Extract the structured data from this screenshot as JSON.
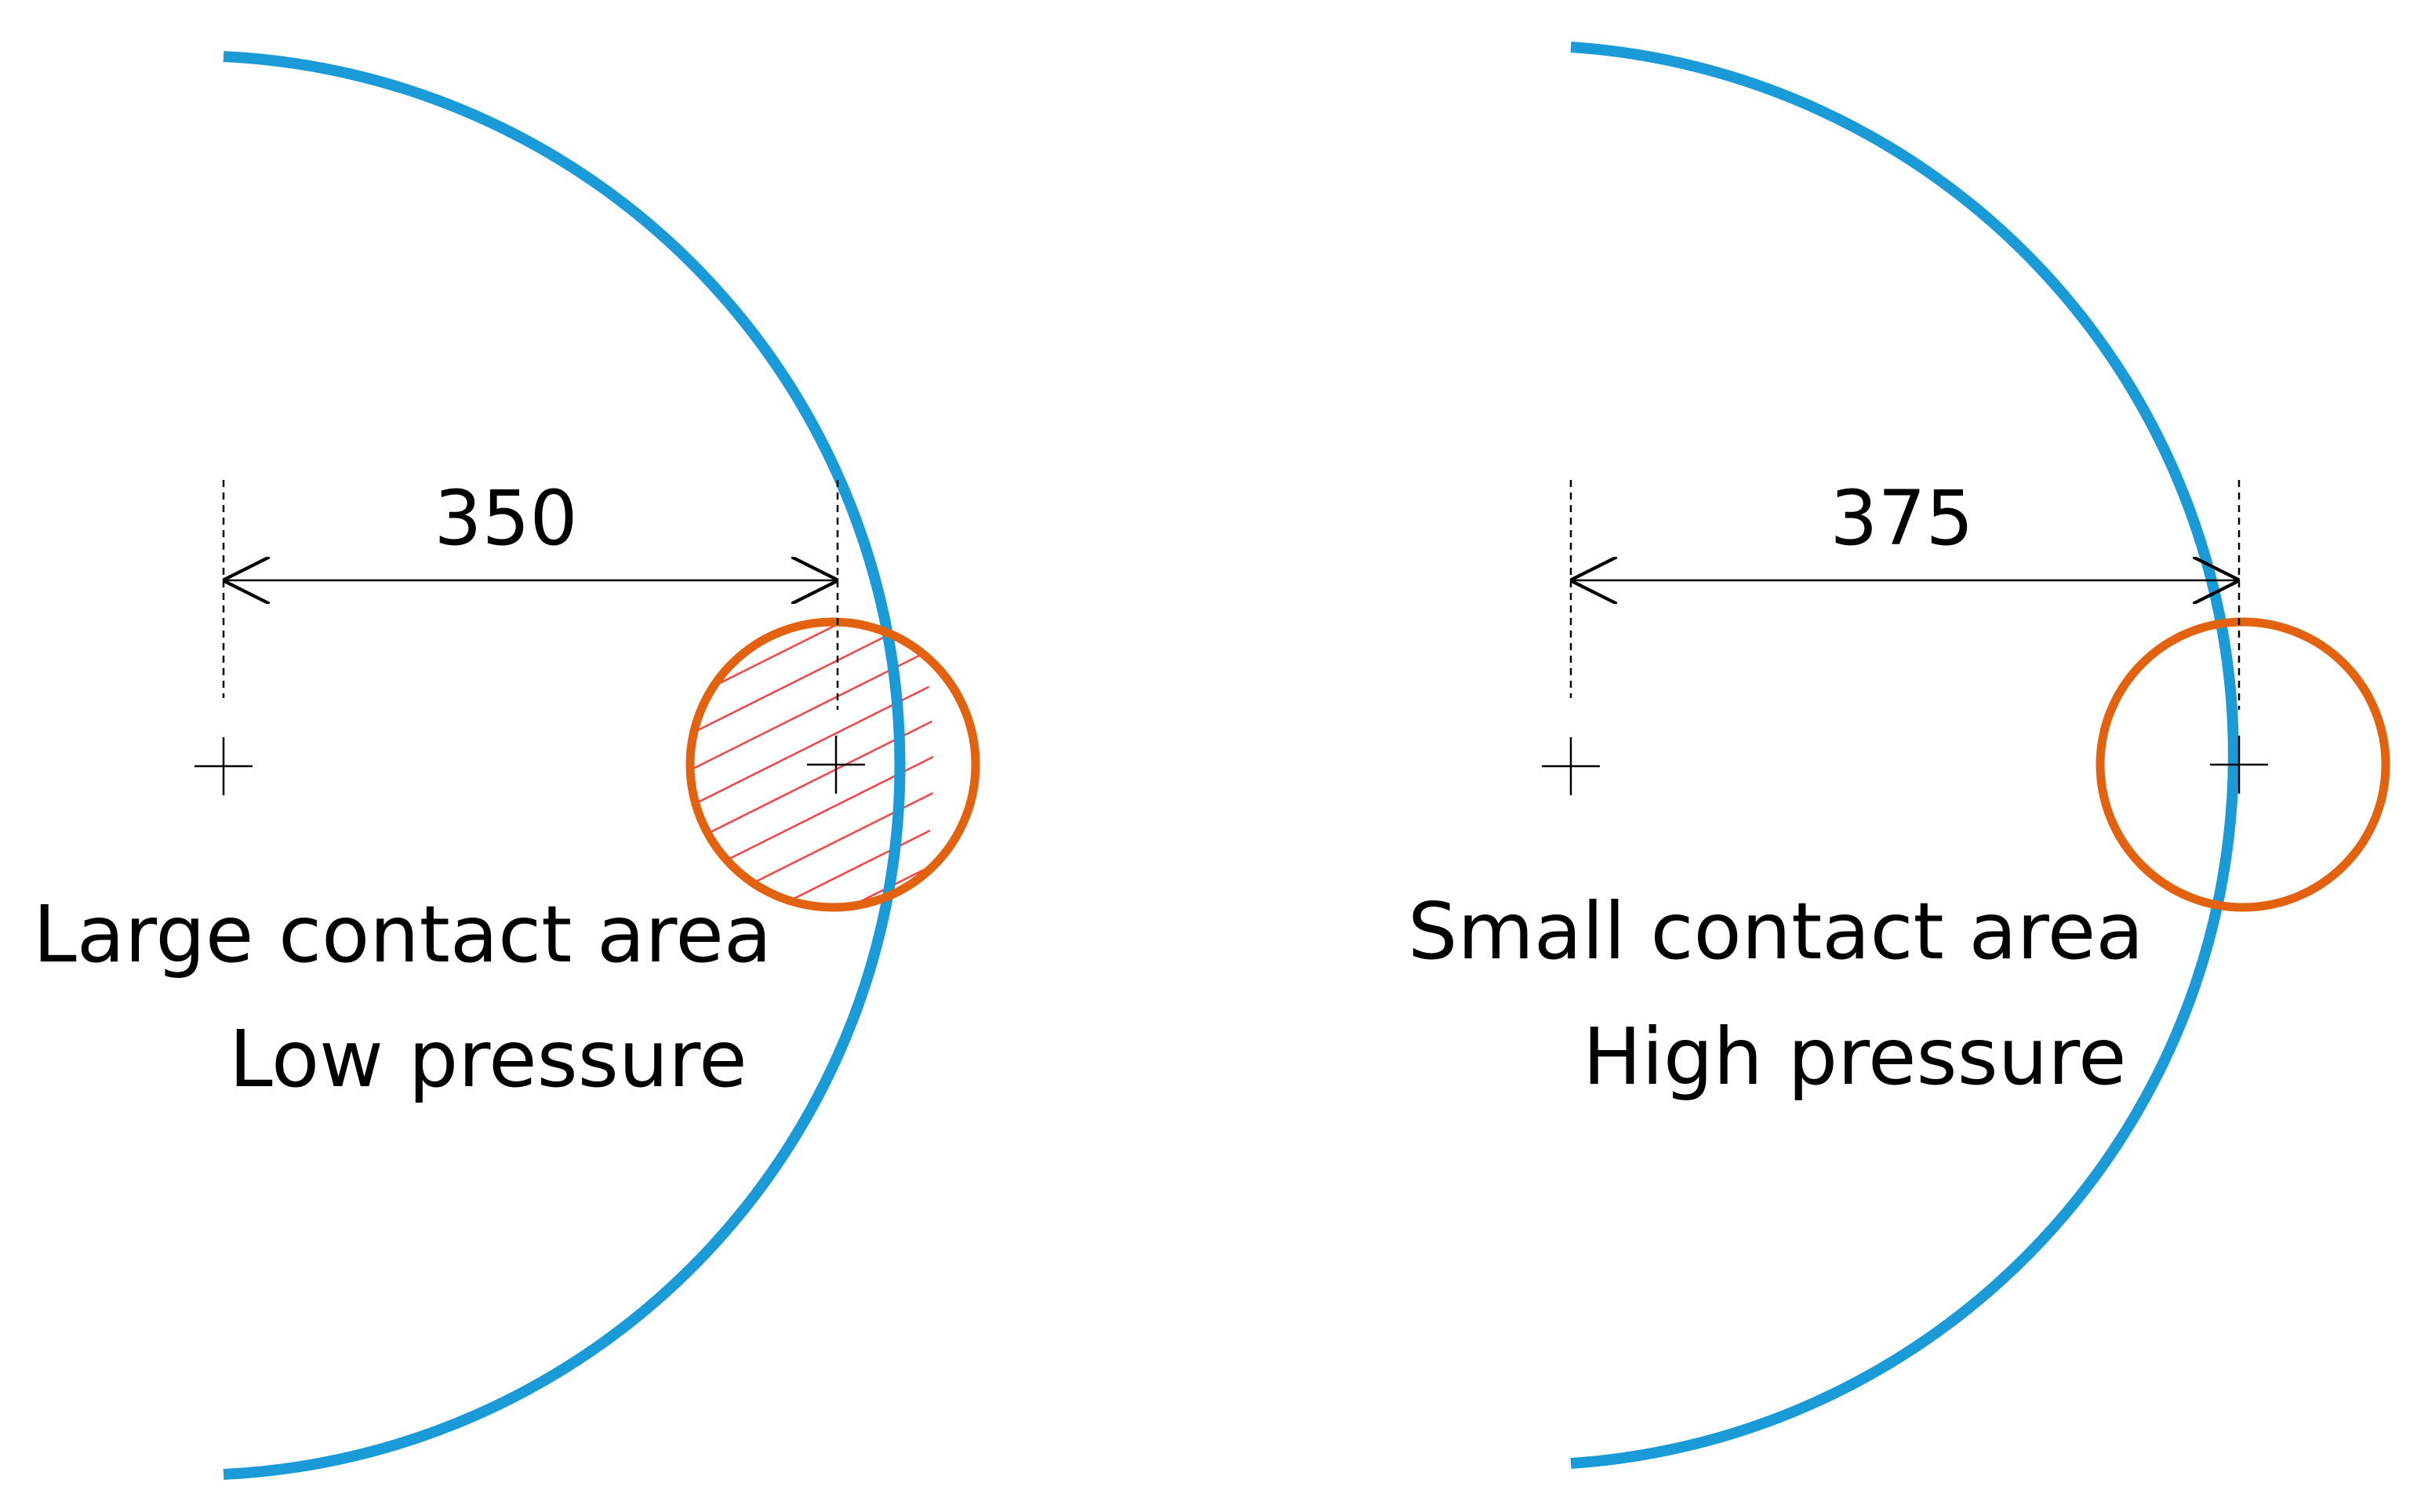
{
  "colors": {
    "arc": "#1a9ad6",
    "contact_circle": "#e2620f",
    "hatch_left": "#ff4040",
    "hatch_right": "#ff0000",
    "lines": "#000000",
    "background": "#ffffff"
  },
  "left": {
    "distance_label": "350",
    "caption_line1": "Large contact area",
    "caption_line2": "Low pressure"
  },
  "right": {
    "distance_label": "375",
    "caption_line1": "Small contact area",
    "caption_line2": "High pressure"
  }
}
